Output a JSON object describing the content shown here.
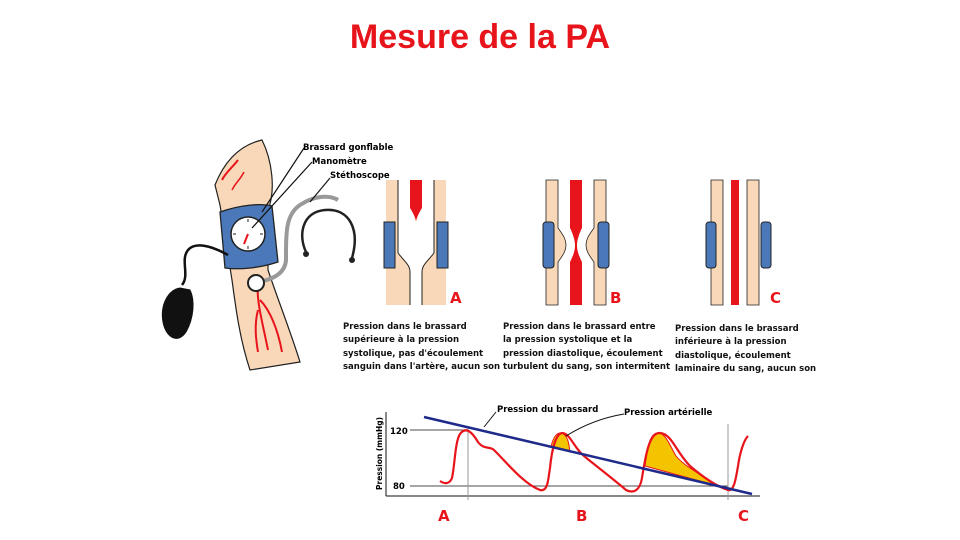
{
  "title": "Mesure de la PA",
  "labels": {
    "cuff": "Brassard gonflable",
    "gauge": "Manomètre",
    "stethoscope": "Stéthoscope"
  },
  "panels": [
    {
      "letter": "A",
      "caption": [
        "Pression dans le brassard",
        "supérieure à la pression",
        "systolique, pas d'écoulement",
        "sanguin dans l'artère, aucun son"
      ]
    },
    {
      "letter": "B",
      "caption": [
        "Pression dans le brassard entre",
        "la pression systolique et la",
        "pression diastolique, écoulement",
        "turbulent du sang, son intermitent"
      ]
    },
    {
      "letter": "C",
      "caption": [
        "Pression dans le brassard",
        "inférieure à la pression",
        "diastolique, écoulement",
        "laminaire du sang, aucun son"
      ]
    }
  ],
  "graph": {
    "ylabel": "Pression (mmHg)",
    "ticks": [
      "120",
      "80"
    ],
    "cuff_label": "Pression du brassard",
    "arterial_label": "Pression artérielle",
    "phases": [
      "A",
      "B",
      "C"
    ]
  },
  "colors": {
    "title": "#e8141b",
    "letters": "#e8141b",
    "artery": "#e8141b",
    "skin": "#f8d8b8",
    "cuff": "#4a78b8",
    "cuff_line": "#1f2a8a",
    "fill": "#f5c400"
  }
}
